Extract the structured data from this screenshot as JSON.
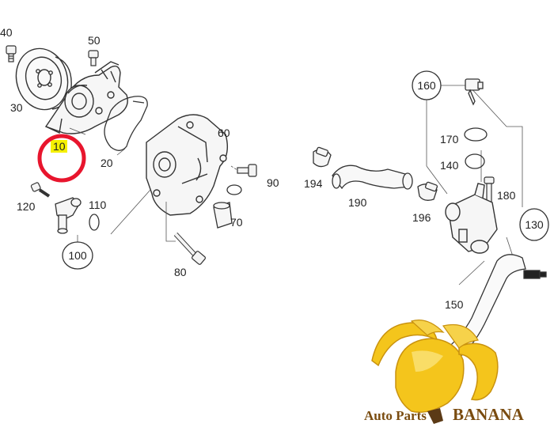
{
  "diagram": {
    "part_labels": {
      "p40": "40",
      "p50": "50",
      "p30": "30",
      "p10": "10",
      "p20": "20",
      "p60": "60",
      "p90": "90",
      "p120": "120",
      "p110": "110",
      "p100": "100",
      "p70": "70",
      "p80": "80",
      "p160": "160",
      "p170": "170",
      "p140": "140",
      "p194": "194",
      "p190": "190",
      "p196": "196",
      "p180": "180",
      "p130": "130",
      "p150": "150"
    },
    "highlight": {
      "part": "10",
      "marker_color": "#e8152d",
      "label_bg": "#f5f000"
    }
  },
  "watermark": {
    "text_a": "Auto Parts ",
    "text_b": "BANANA",
    "banana_color": "#f4c51c"
  }
}
